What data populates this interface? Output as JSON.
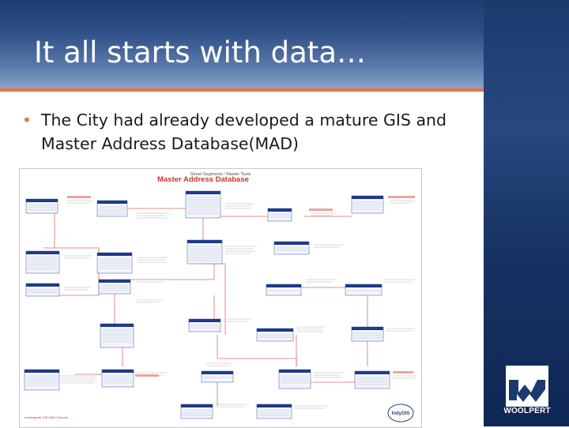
{
  "slide": {
    "title": "It all starts with data…",
    "bullet": "The City had already developed a mature GIS and Master Address Database(MAD)"
  },
  "diagram": {
    "subtitle": "Street Segments / Master Tools",
    "title": "Master Address Database",
    "footer_left": "Indianapolis GIS MAD Schema",
    "badge": "IndyGIS"
  },
  "logo": {
    "text": "WOOLPERT"
  },
  "colors": {
    "accent": "#e8743b",
    "header_dark": "#1e3d72",
    "strip_dark": "#163262",
    "diagram_title": "#c0392b",
    "table_header": "#1f3a8a"
  }
}
